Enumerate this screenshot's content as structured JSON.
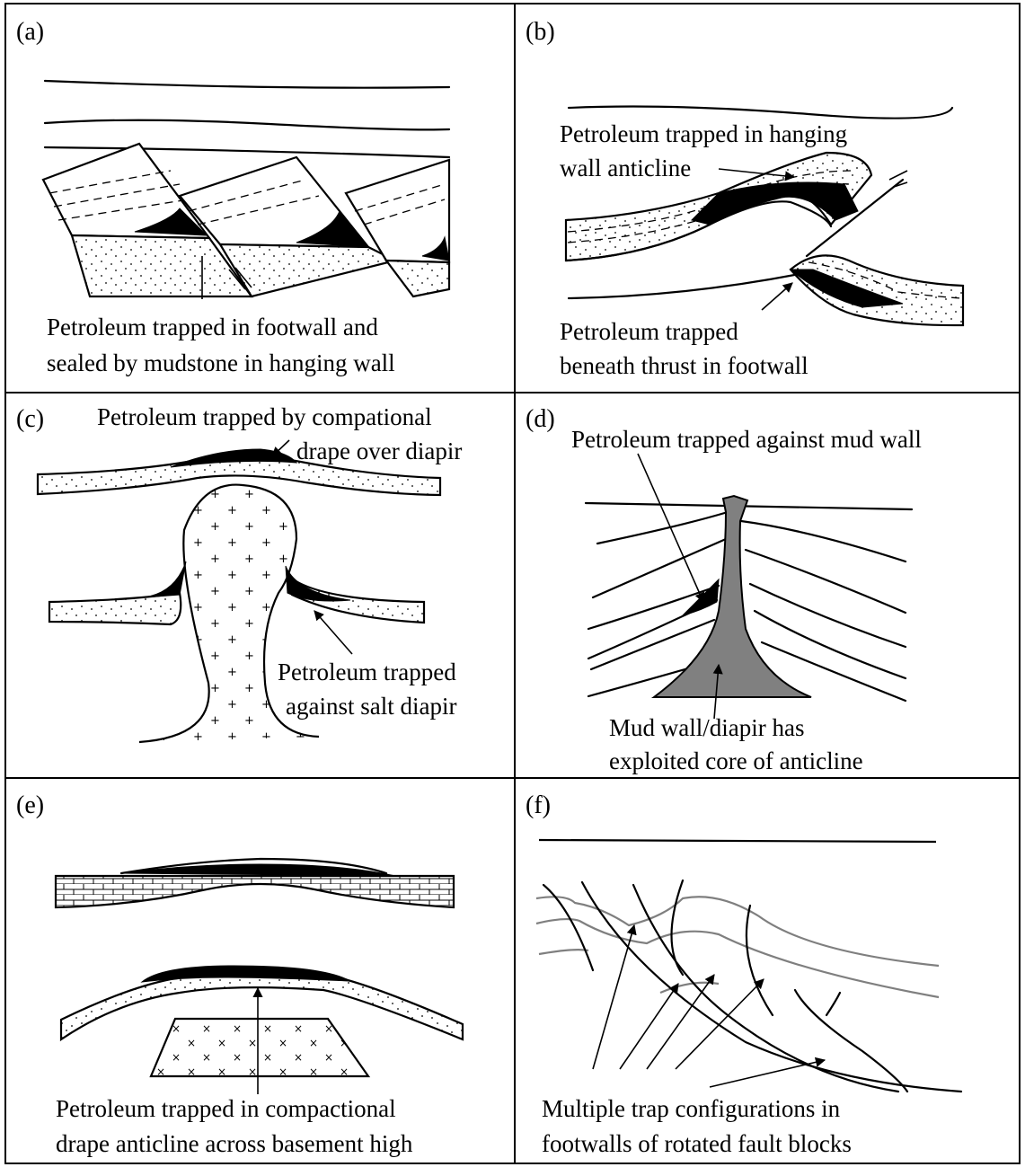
{
  "panels": [
    {
      "id": "a",
      "label": "(a)",
      "caption": [
        "Petroleum trapped in footwall and",
        "sealed by mudstone in hanging wall"
      ]
    },
    {
      "id": "b",
      "label": "(b)",
      "caption": [
        "Petroleum trapped in hanging",
        "wall anticline",
        "Petroleum trapped",
        "beneath thrust in footwall"
      ]
    },
    {
      "id": "c",
      "label": "(c)",
      "caption": [
        "Petroleum trapped by compational",
        "drape over diapir",
        "Petroleum trapped",
        "against salt diapir"
      ]
    },
    {
      "id": "d",
      "label": "(d)",
      "caption": [
        "Petroleum trapped against mud wall",
        "Mud wall/diapir has",
        "exploited core of anticline"
      ]
    },
    {
      "id": "e",
      "label": "(e)",
      "caption": [
        "Petroleum trapped in compactional",
        "drape anticline across basement high"
      ]
    },
    {
      "id": "f",
      "label": "(f)",
      "caption": [
        "Multiple trap configurations in",
        "footwalls of rotated fault blocks"
      ]
    }
  ],
  "colors": {
    "line": "#000000",
    "petroleum": "#000000",
    "mud_diapir": "#808080",
    "gray_horizon": "#7f7f7f",
    "background": "#ffffff"
  }
}
